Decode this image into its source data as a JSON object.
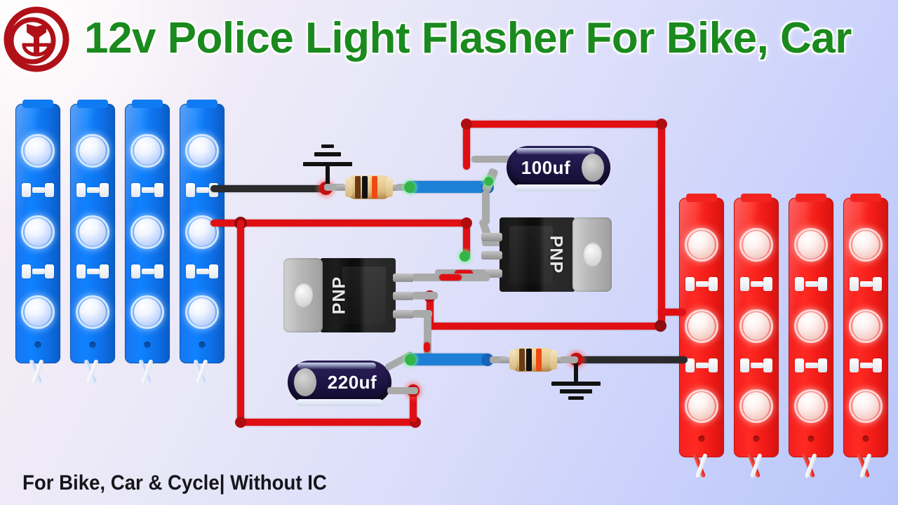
{
  "header": {
    "title": "12v Police Light Flasher For Bike, Car",
    "logo_icon": "target-circle-logo",
    "title_color": "#1a8a1e"
  },
  "caption": {
    "text": "For Bike, Car & Cycle| Without IC",
    "color": "#15151a"
  },
  "background": {
    "gradient_from": "#fbeef0",
    "gradient_to": "#b9c6fa"
  },
  "circuit": {
    "title": "12v Police Light Flasher",
    "led_groups": [
      {
        "name": "blue-led-modules",
        "color": "#0f7bf2",
        "module_count": 4,
        "leds_per_module": 3,
        "side": "left",
        "wires": [
          {
            "name": "negative-lead",
            "color": "#2b2b2b",
            "label": "black"
          },
          {
            "name": "positive-lead",
            "color": "#e00f13",
            "label": "red"
          }
        ]
      },
      {
        "name": "red-led-modules",
        "color": "#f32420",
        "module_count": 4,
        "leds_per_module": 3,
        "side": "right",
        "wires": [
          {
            "name": "positive-lead",
            "color": "#e00f13",
            "label": "red"
          },
          {
            "name": "negative-lead",
            "color": "#2b2b2b",
            "label": "black"
          }
        ]
      }
    ],
    "capacitors": [
      {
        "name": "capacitor-100uf",
        "label": "100uf",
        "body_color": "#1b1340",
        "position": "upper-center"
      },
      {
        "name": "capacitor-220uf",
        "label": "220uf",
        "body_color": "#1b1340",
        "position": "lower-center"
      }
    ],
    "transistors": [
      {
        "name": "transistor-pnp-right",
        "label": "PNP",
        "package": "TO-220",
        "pins": 3,
        "position": "upper-center-right"
      },
      {
        "name": "transistor-pnp-left",
        "label": "PNP",
        "package": "TO-220",
        "pins": 3,
        "position": "lower-center-left"
      }
    ],
    "resistors": [
      {
        "name": "resistor-upper",
        "bands": [
          "brown",
          "black",
          "orange"
        ],
        "band_colors": [
          "#6b3a16",
          "#111111",
          "#f04a12"
        ],
        "position": "upper-left-center"
      },
      {
        "name": "resistor-lower",
        "bands": [
          "brown",
          "black",
          "orange"
        ],
        "band_colors": [
          "#6b3a16",
          "#111111",
          "#f04a12"
        ],
        "position": "lower-right-center"
      }
    ],
    "grounds": [
      {
        "name": "ground-symbol-upper",
        "orientation": "inverted",
        "position": "upper-left-center"
      },
      {
        "name": "ground-symbol-lower",
        "orientation": "normal",
        "position": "lower-right-center"
      }
    ],
    "wire_colors": {
      "positive": "#e00f13",
      "negative": "#2b2b2b",
      "signal": "#1e7fd6",
      "lead": "#a9a9a9"
    }
  }
}
